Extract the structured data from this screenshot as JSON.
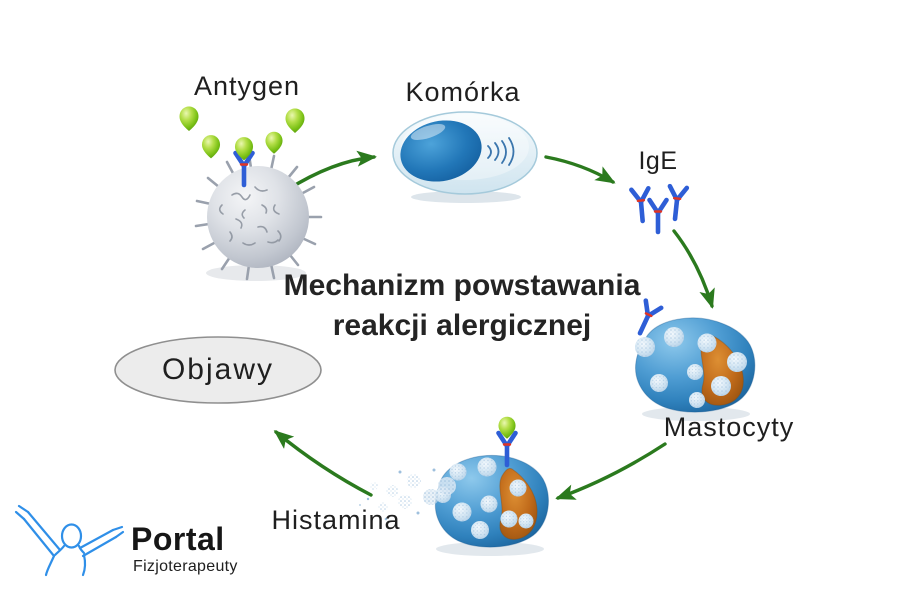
{
  "title": {
    "line1": "Mechanizm powstawania",
    "line2": "reakcji alergicznej"
  },
  "labels": {
    "antygen": "Antygen",
    "komorka": "Komórka",
    "ige": "IgE",
    "mastocyty": "Mastocyty",
    "histamina": "Histamina",
    "objawy": "Objawy"
  },
  "logo": {
    "name": "Portal",
    "subtitle": "Fizjoterapeuty"
  },
  "graphics": {
    "arrow_color": "#2b7a1e",
    "antigen_green": "#7cc217",
    "antibody_blue": "#2e5ed6",
    "antibody_joint_red": "#e23423",
    "cell_blue": "#3d93cc",
    "nucleus_orange": "#c06a1a",
    "komorka_nucleus_blue": "#2277b8",
    "gray_cell": "#c2c7d0",
    "granule_blue": "#d4e6f3",
    "objawy_fill": "#ececec",
    "objawy_stroke": "#8f8f8f",
    "logo_blue": "#2f8fe8",
    "text_color": "#1f1f1f",
    "icon_names": [
      "antigen-droplet-icon",
      "antibody-y-icon",
      "spiky-cell-icon",
      "cell-oval-icon",
      "mast-cell-icon",
      "histamine-particles-icon",
      "arrow-icon",
      "logo-person-icon"
    ]
  }
}
